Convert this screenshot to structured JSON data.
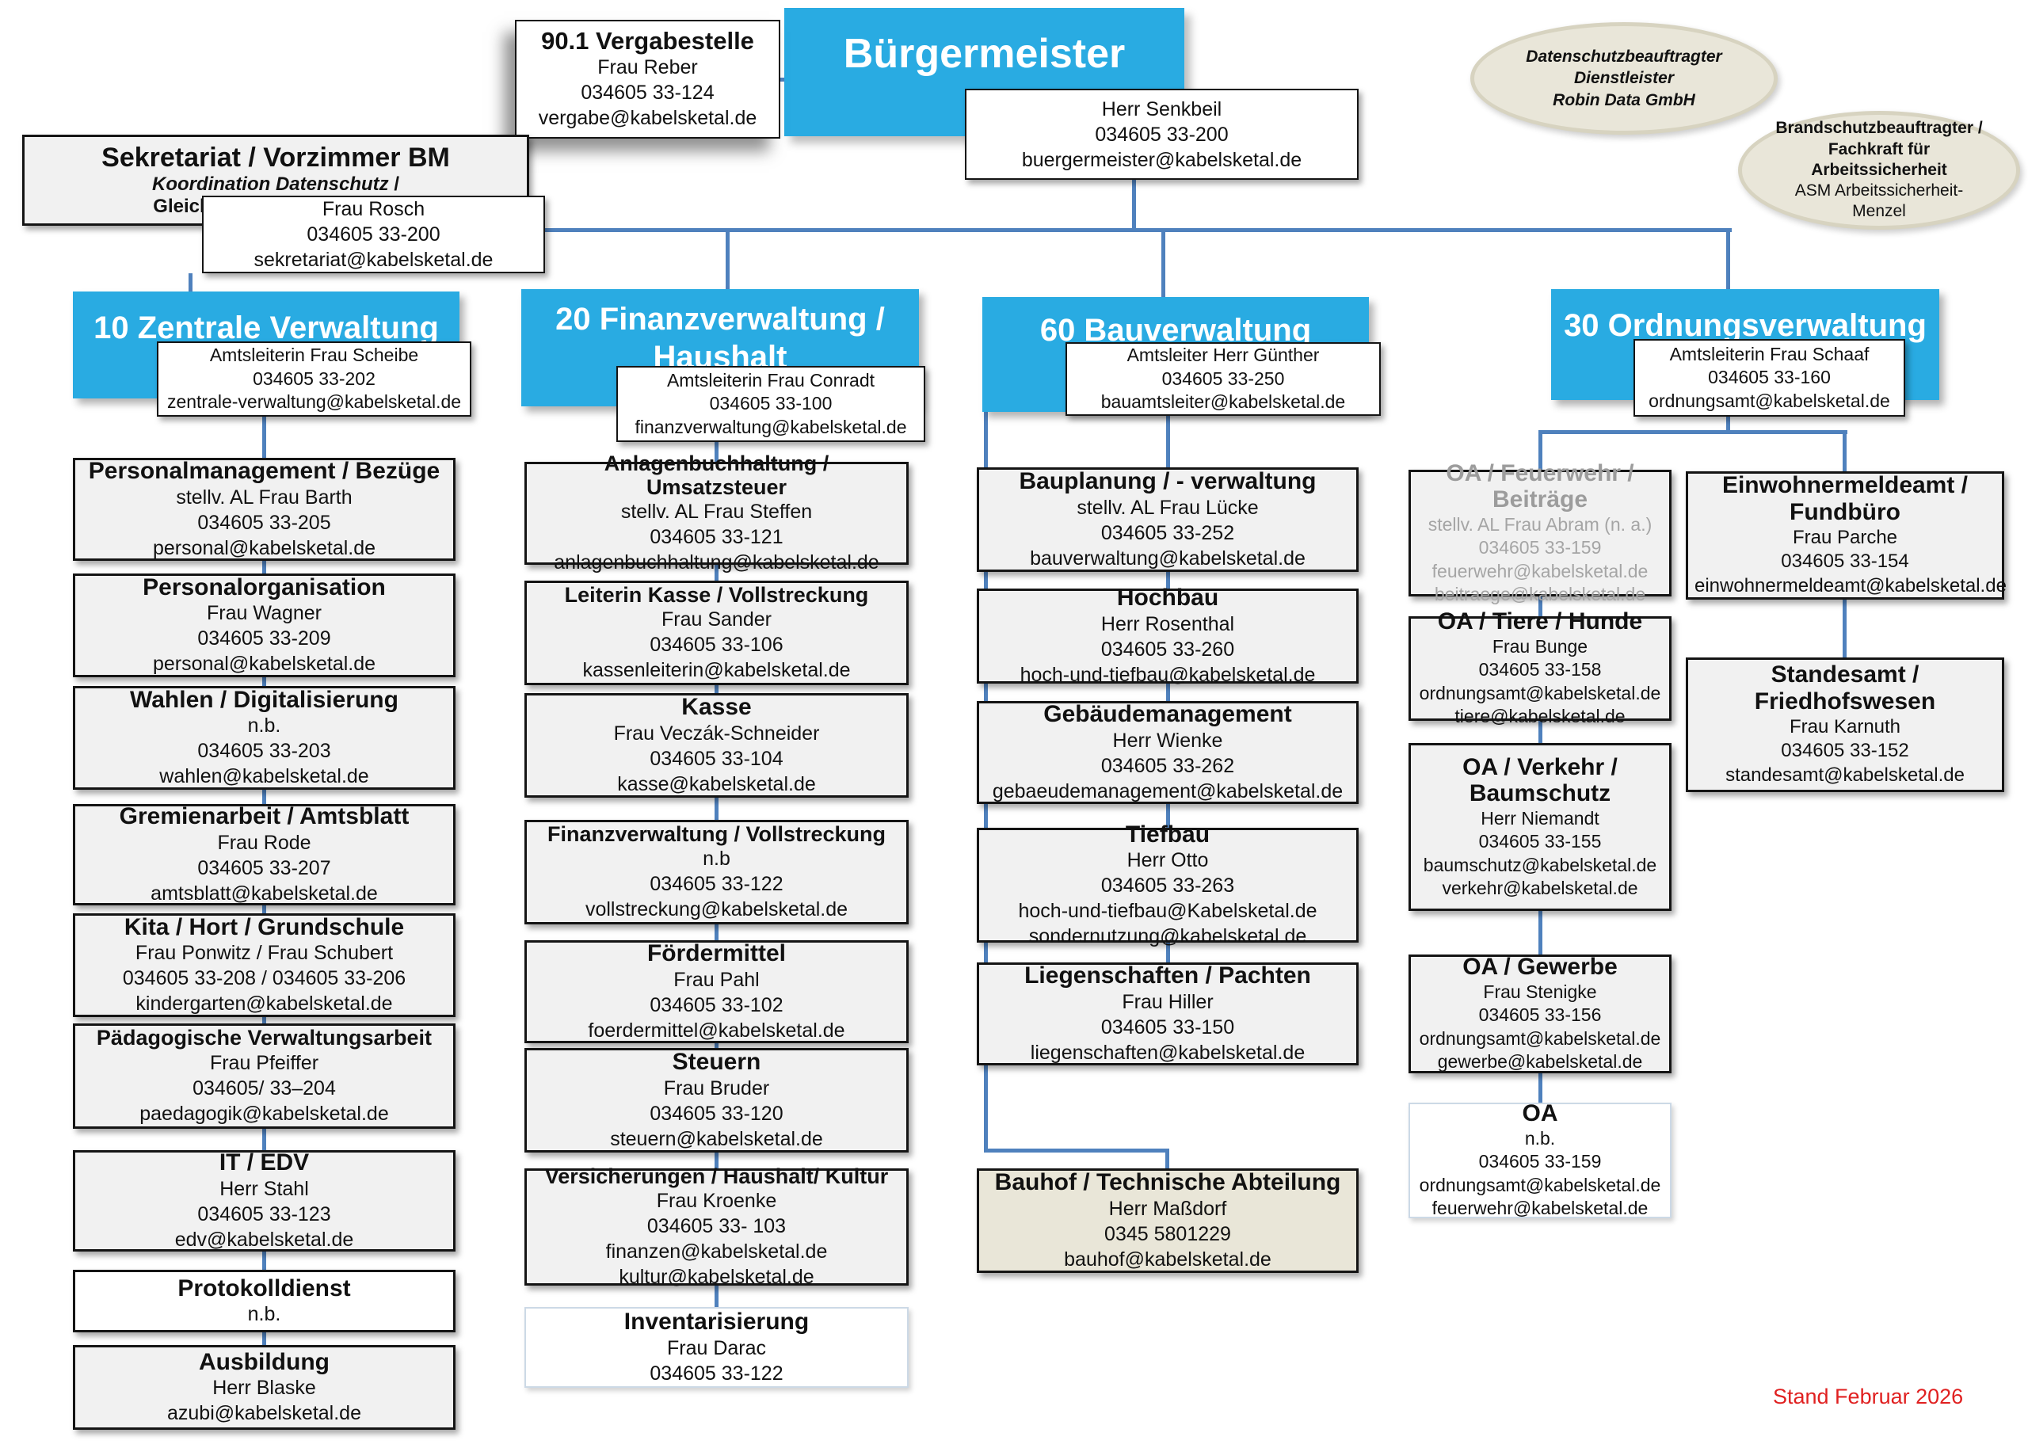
{
  "stand_note": "Stand Februar 2026",
  "top": {
    "buergermeister_title": "Bürgermeister",
    "buergermeister_lines": [
      "Herr Senkbeil",
      "034605 33-200",
      "buergermeister@kabelsketal.de"
    ],
    "vergabestelle_title": "90.1 Vergabestelle",
    "vergabestelle_lines": [
      "Frau Reber",
      "034605 33-124",
      "vergabe@kabelsketal.de"
    ],
    "sekretariat_title": "Sekretariat / Vorzimmer BM",
    "sekretariat_sub_italic": "Koordination Datenschutz",
    "sekretariat_sub_rest": " / Gleichstellungsbeauftragte",
    "sekretariat_lines": [
      "Frau Rosch",
      "034605 33-200",
      "sekretariat@kabelsketal.de"
    ],
    "datenschutz_oval_lines": [
      "Datenschutzbeauftragter",
      "Dienstleister",
      "Robin Data GmbH"
    ],
    "brandschutz_oval_bold": [
      "Brandschutzbeauftragter /",
      "Fachkraft für",
      "Arbeitssicherheit"
    ],
    "brandschutz_oval_normal": [
      "ASM Arbeitssicherheit-",
      "Menzel"
    ]
  },
  "departments": [
    {
      "header": "10 Zentrale Verwaltung",
      "leader": [
        "Amtsleiterin Frau Scheibe",
        "034605 33-202",
        "zentrale-verwaltung@kabelsketal.de"
      ],
      "boxes": [
        {
          "title": "Personalmanagement / Bezüge",
          "lines": [
            "stellv. AL Frau Barth",
            "034605 33-205",
            "personal@kabelsketal.de"
          ]
        },
        {
          "title": "Personalorganisation",
          "lines": [
            "Frau Wagner",
            "034605 33-209",
            "personal@kabelsketal.de"
          ]
        },
        {
          "title": "Wahlen / Digitalisierung",
          "lines": [
            "n.b.",
            "034605 33-203",
            "wahlen@kabelsketal.de"
          ]
        },
        {
          "title": "Gremienarbeit / Amtsblatt",
          "lines": [
            "Frau Rode",
            "034605 33-207",
            "amtsblatt@kabelsketal.de"
          ]
        },
        {
          "title": "Kita / Hort / Grundschule",
          "lines": [
            "Frau Ponwitz / Frau Schubert",
            "034605 33-208 / 034605 33-206",
            "kindergarten@kabelsketal.de"
          ]
        },
        {
          "title": "Pädagogische Verwaltungsarbeit",
          "lines": [
            "Frau Pfeiffer",
            "034605/ 33–204",
            "paedagogik@kabelsketal.de"
          ]
        },
        {
          "title": "IT / EDV",
          "lines": [
            "Herr Stahl",
            "034605 33-123",
            "edv@kabelsketal.de"
          ]
        },
        {
          "title": "Protokolldienst",
          "lines": [
            "n.b."
          ]
        },
        {
          "title": "Ausbildung",
          "lines": [
            "Herr Blaske",
            "azubi@kabelsketal.de"
          ]
        }
      ]
    },
    {
      "header": "20 Finanzverwaltung / Haushalt",
      "leader": [
        "Amtsleiterin Frau Conradt",
        "034605 33-100",
        "finanzverwaltung@kabelsketal.de"
      ],
      "boxes": [
        {
          "title": "Anlagenbuchhaltung / Umsatzsteuer",
          "lines": [
            "stellv. AL Frau Steffen",
            "034605 33-121",
            "anlagenbuchhaltung@kabelsketal.de"
          ]
        },
        {
          "title": "Leiterin Kasse / Vollstreckung",
          "lines": [
            "Frau Sander",
            "034605 33-106",
            "kassenleiterin@kabelsketal.de"
          ]
        },
        {
          "title": "Kasse",
          "lines": [
            "Frau Veczák-Schneider",
            "034605 33-104",
            "kasse@kabelsketal.de"
          ]
        },
        {
          "title": "Finanzverwaltung / Vollstreckung",
          "lines": [
            "n.b",
            "034605 33-122",
            "vollstreckung@kabelsketal.de"
          ]
        },
        {
          "title": "Fördermittel",
          "lines": [
            "Frau Pahl",
            "034605 33-102",
            "foerdermittel@kabelsketal.de"
          ]
        },
        {
          "title": "Steuern",
          "lines": [
            "Frau Bruder",
            "034605 33-120",
            "steuern@kabelsketal.de"
          ]
        },
        {
          "title": "Versicherungen / Haushalt/ Kultur",
          "lines": [
            "Frau Kroenke",
            "034605 33- 103",
            "finanzen@kabelsketal.de",
            "kultur@kabelsketal.de"
          ]
        },
        {
          "title": "Inventarisierung",
          "lines": [
            "Frau Darac",
            "034605 33-122"
          ]
        }
      ]
    },
    {
      "header": "60 Bauverwaltung",
      "leader": [
        "Amtsleiter Herr Günther",
        "034605 33-250",
        "bauamtsleiter@kabelsketal.de"
      ],
      "boxes": [
        {
          "title": "Bauplanung / - verwaltung",
          "lines": [
            "stellv. AL Frau Lücke",
            "034605 33-252",
            "bauverwaltung@kabelsketal.de"
          ]
        },
        {
          "title": "Hochbau",
          "lines": [
            "Herr Rosenthal",
            "034605 33-260",
            "hoch-und-tiefbau@kabelsketal.de"
          ]
        },
        {
          "title": "Gebäudemanagement",
          "lines": [
            "Herr Wienke",
            "034605 33-262",
            "gebaeudemanagement@kabelsketal.de"
          ]
        },
        {
          "title": "Tiefbau",
          "lines": [
            "Herr Otto",
            "034605 33-263",
            "hoch-und-tiefbau@Kabelsketal.de",
            "sondernutzung@kabelsketal.de"
          ]
        },
        {
          "title": "Liegenschaften / Pachten",
          "lines": [
            "Frau Hiller",
            "034605 33-150",
            "liegenschaften@kabelsketal.de"
          ]
        },
        {
          "title": "Bauhof / Technische Abteilung",
          "lines": [
            "Herr Maßdorf",
            "0345 5801229",
            "bauhof@kabelsketal.de"
          ]
        }
      ]
    },
    {
      "header": "30 Ordnungsverwaltung",
      "leader": [
        "Amtsleiterin Frau Schaaf",
        "034605 33-160",
        "ordnungsamt@kabelsketal.de"
      ],
      "boxes": [
        {
          "title": "OA / Feuerwehr / Beiträge",
          "lines": [
            "stellv. AL Frau Abram (n. a.)",
            "034605 33-159",
            "feuerwehr@kabelsketal.de",
            "beitraege@kabelsketal.de"
          ]
        },
        {
          "title": "OA / Tiere / Hunde",
          "lines": [
            "Frau Bunge",
            "034605 33-158",
            "ordnungsamt@kabelsketal.de",
            "tiere@kabelsketal.de"
          ]
        },
        {
          "title": "OA / Verkehr / Baumschutz",
          "lines": [
            "Herr Niemandt",
            "034605 33-155",
            "baumschutz@kabelsketal.de",
            "verkehr@kabelsketal.de"
          ]
        },
        {
          "title": "OA / Gewerbe",
          "lines": [
            "Frau Stenigke",
            "034605 33-156",
            "ordnungsamt@kabelsketal.de",
            "gewerbe@kabelsketal.de"
          ]
        },
        {
          "title": "OA",
          "lines": [
            "n.b.",
            "034605 33-159",
            "ordnungsamt@kabelsketal.de",
            "feuerwehr@kabelsketal.de"
          ]
        },
        {
          "title": "Einwohnermeldeamt / Fundbüro",
          "lines": [
            "Frau Parche",
            "034605 33-154",
            "einwohnermeldeamt@kabelsketal.de"
          ]
        },
        {
          "title": "Standesamt / Friedhofswesen",
          "lines": [
            "Frau Karnuth",
            "034605 33-152",
            "standesamt@kabelsketal.de"
          ]
        }
      ]
    }
  ],
  "colors": {
    "accent_blue": "#29abe2",
    "connector_blue": "#4f81bd",
    "box_gray": "#f1f1f1",
    "beige": "#e9e6d8",
    "grayed_text": "#a5a5a5",
    "note_red": "#e02020"
  }
}
